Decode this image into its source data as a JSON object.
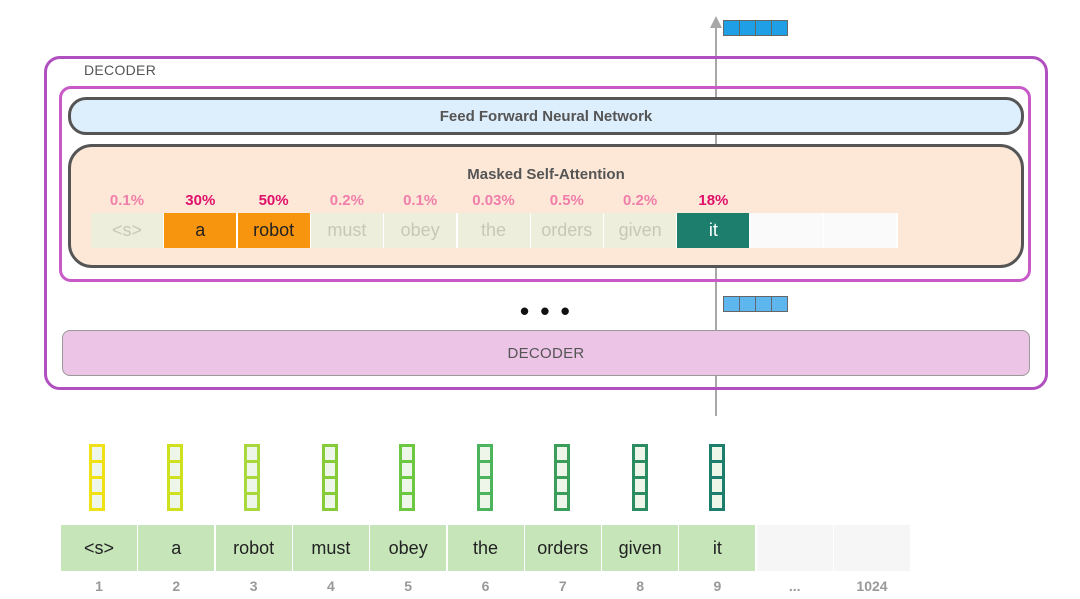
{
  "decoder_label": "DECODER",
  "ffnn_label": "Feed Forward Neural Network",
  "attention_title": "Masked Self-Attention",
  "lower_decoder_label": "DECODER",
  "ellipsis": "• • •",
  "attention": [
    {
      "token": "<s>",
      "pct": "0.1%",
      "weight": 0.001
    },
    {
      "token": "a",
      "pct": "30%",
      "weight": 0.3
    },
    {
      "token": "robot",
      "pct": "50%",
      "weight": 0.5
    },
    {
      "token": "must",
      "pct": "0.2%",
      "weight": 0.002
    },
    {
      "token": "obey",
      "pct": "0.1%",
      "weight": 0.001
    },
    {
      "token": "the",
      "pct": "0.03%",
      "weight": 0.0003
    },
    {
      "token": "orders",
      "pct": "0.5%",
      "weight": 0.005
    },
    {
      "token": "given",
      "pct": "0.2%",
      "weight": 0.002
    },
    {
      "token": "it",
      "pct": "18%",
      "weight": 0.18
    },
    {
      "token": "",
      "pct": ""
    },
    {
      "token": "",
      "pct": ""
    }
  ],
  "tokens": [
    "<s>",
    "a",
    "robot",
    "must",
    "obey",
    "the",
    "orders",
    "given",
    "it",
    "",
    ""
  ],
  "positions": [
    "1",
    "2",
    "3",
    "4",
    "5",
    "6",
    "7",
    "8",
    "9",
    "...",
    "1024"
  ],
  "colors": {
    "frame": "#b050c0",
    "ffnn_fill": "#ddeefc",
    "attention_fill": "#fde8d8",
    "lower_decoder_fill": "#ecc4e6",
    "high_attention_token": "#f7960e",
    "current_token": "#1e7e6e",
    "low_attention_token": "#eeeedd",
    "input_token_fill": "#c6e6ba",
    "output_vector": "#1e9fe6",
    "intermediate_vector": "#5db6ee",
    "pct_strong": "#e0106a",
    "pct_weak": "#f07eaa",
    "vector_borders": [
      "#f0e016",
      "#cfe01e",
      "#a8d83c",
      "#86cc38",
      "#6cc840",
      "#4cb45c",
      "#3a9e5a",
      "#2a8c60",
      "#1e7e6e"
    ]
  }
}
